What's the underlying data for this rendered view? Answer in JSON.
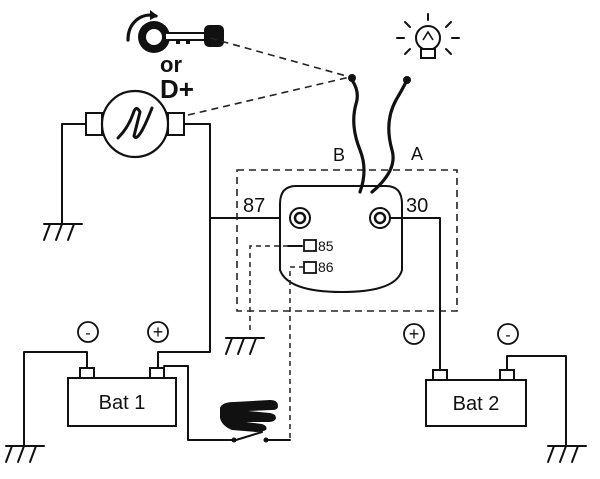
{
  "labels": {
    "or": "or",
    "dplus": "D+",
    "wire_b": "B",
    "wire_a": "A",
    "terminal_87": "87",
    "terminal_30": "30",
    "terminal_85": "85",
    "terminal_86": "86",
    "bat1": "Bat 1",
    "bat2": "Bat 2",
    "bat1_neg": "-",
    "bat1_pos": "+",
    "bat2_pos": "+",
    "bat2_neg": "-"
  },
  "icons": {
    "ignition_key": "ignition-key-icon",
    "lamp": "lamp-icon",
    "alternator": "alternator-icon",
    "hand": "hand-switch-icon",
    "ground": "ground-icon"
  }
}
